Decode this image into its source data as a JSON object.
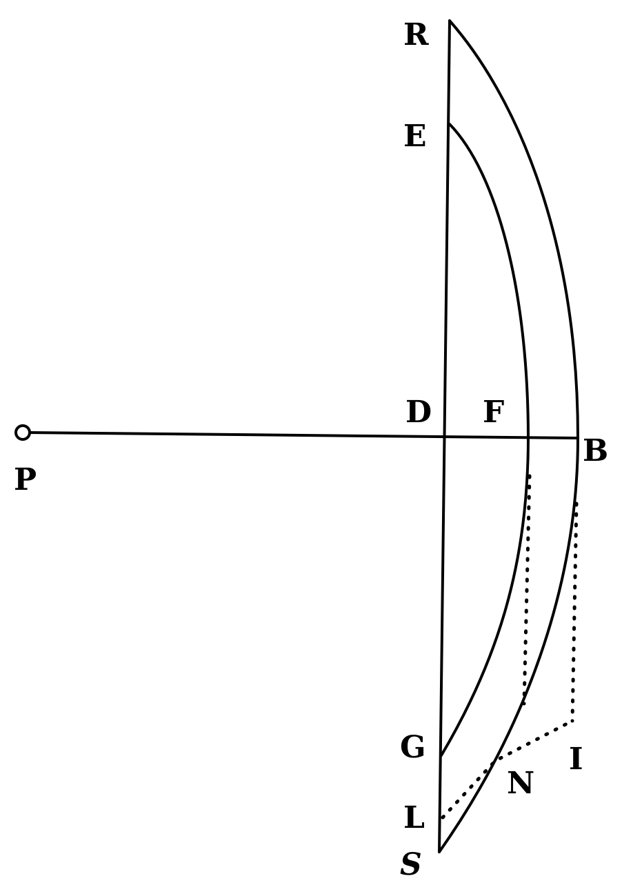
{
  "diagram": {
    "labels": {
      "R": "R",
      "E": "E",
      "D": "D",
      "F": "F",
      "B": "B",
      "P": "P",
      "G": "G",
      "I": "I",
      "N": "N",
      "L": "L",
      "S": "S"
    },
    "ink_color": "#000000",
    "background": "#ffffff"
  }
}
